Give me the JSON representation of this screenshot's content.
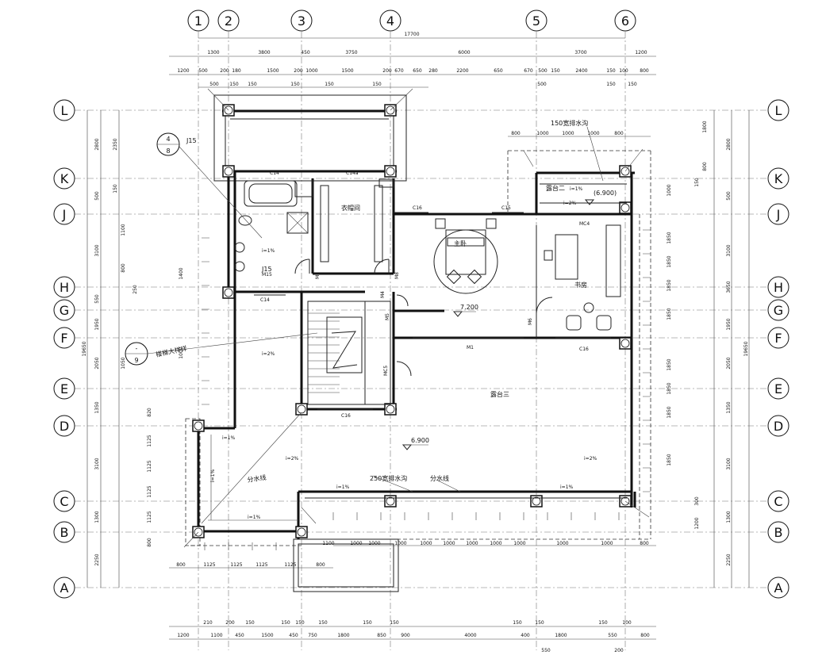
{
  "axes": {
    "top": [
      "1",
      "2",
      "3",
      "4",
      "5",
      "6"
    ],
    "side": [
      "L",
      "K",
      "J",
      "H",
      "G",
      "F",
      "E",
      "D",
      "C",
      "B",
      "A"
    ]
  },
  "dimensions": {
    "top_total": "17700",
    "top_row1": [
      "1300",
      "3800",
      "450",
      "3750",
      "6000",
      "3700",
      "1200"
    ],
    "top_row2": [
      "1200",
      "500",
      "200",
      "180",
      "1500",
      "200",
      "1000",
      "1500",
      "200",
      "670",
      "650",
      "280",
      "2200",
      "650",
      "670",
      "500",
      "150",
      "2400",
      "150",
      "100",
      "800"
    ],
    "top_row3": [
      "500",
      "150",
      "150",
      "150",
      "150",
      "150",
      "500",
      "150",
      "150"
    ],
    "bottom_row1": [
      "1200",
      "1100",
      "450",
      "1500",
      "450",
      "750",
      "1800",
      "850",
      "900",
      "4000",
      "400",
      "1800",
      "550",
      "800"
    ],
    "bottom_row2": [
      "210",
      "200",
      "150",
      "150",
      "150",
      "150",
      "150",
      "150",
      "150",
      "150",
      "150",
      "100"
    ],
    "bottom_extra": [
      "550",
      "200"
    ],
    "lower_run": [
      "1100",
      "1000",
      "1000",
      "1000",
      "1000",
      "1000",
      "1000",
      "1000",
      "1000",
      "1000",
      "1000",
      "800"
    ],
    "left_lower": [
      "800",
      "1125",
      "1125",
      "1125",
      "1125",
      "800"
    ],
    "k_cluster": [
      "800",
      "1000",
      "1000",
      "1000",
      "800"
    ],
    "left_total": "19650",
    "left_outer": [
      "2800",
      "500",
      "3100",
      "550",
      "1950",
      "2050",
      "1350",
      "3100",
      "1300",
      "2250"
    ],
    "left_inner": [
      "2350",
      "150",
      "1100",
      "800",
      "1400",
      "250",
      "1000",
      "1050",
      "820",
      "1125",
      "1125",
      "1125",
      "1125",
      "800"
    ],
    "right_total": "19650",
    "right_outer": [
      "2800",
      "500",
      "3100",
      "3650",
      "1950",
      "2050",
      "1350",
      "3100",
      "1300",
      "2250"
    ],
    "right_inner": [
      "1800",
      "800",
      "150",
      "1000",
      "1850",
      "1850",
      "1850",
      "1850",
      "1850",
      "1850",
      "1850",
      "1850",
      "300",
      "1200"
    ]
  },
  "rooms": {
    "master_bedroom": "主卧",
    "closet": "衣帽间",
    "study": "书房",
    "bath_tag": "J15",
    "terrace_2": "露台二",
    "terrace_3": "露台三"
  },
  "annotations": {
    "gutter_150": "150宽排水沟",
    "gutter_250": "250宽排水沟",
    "water_divide_1": "分水线",
    "water_divide_2": "分水线",
    "detail_ref_top": "4",
    "detail_ref_bottom": "8",
    "detail_ref_tag": "J15",
    "stair_ref_top": "-",
    "stair_ref_bottom": "9",
    "stair_ref_label": "楼梯大样详",
    "slope_1pct": "i=1%",
    "slope_2pct": "i=2%"
  },
  "elevations": {
    "terrace2": "(6.900)",
    "floor": "7.200",
    "terrace3": "6.900"
  },
  "openings": {
    "window_c14a": "C14",
    "window_c14b": "C14a",
    "window_c16a": "C16",
    "window_c15": "C15",
    "window_c14c": "C14",
    "window_c16b": "C16",
    "window_c16c": "C16",
    "door_m9": "M9",
    "door_m8": "M8",
    "door_m4": "M4",
    "door_m6": "M6",
    "door_mc4": "MC4",
    "door_mc5": "MC5",
    "door_m1": "M1",
    "door_m5": "M5",
    "door_md": "M15"
  }
}
